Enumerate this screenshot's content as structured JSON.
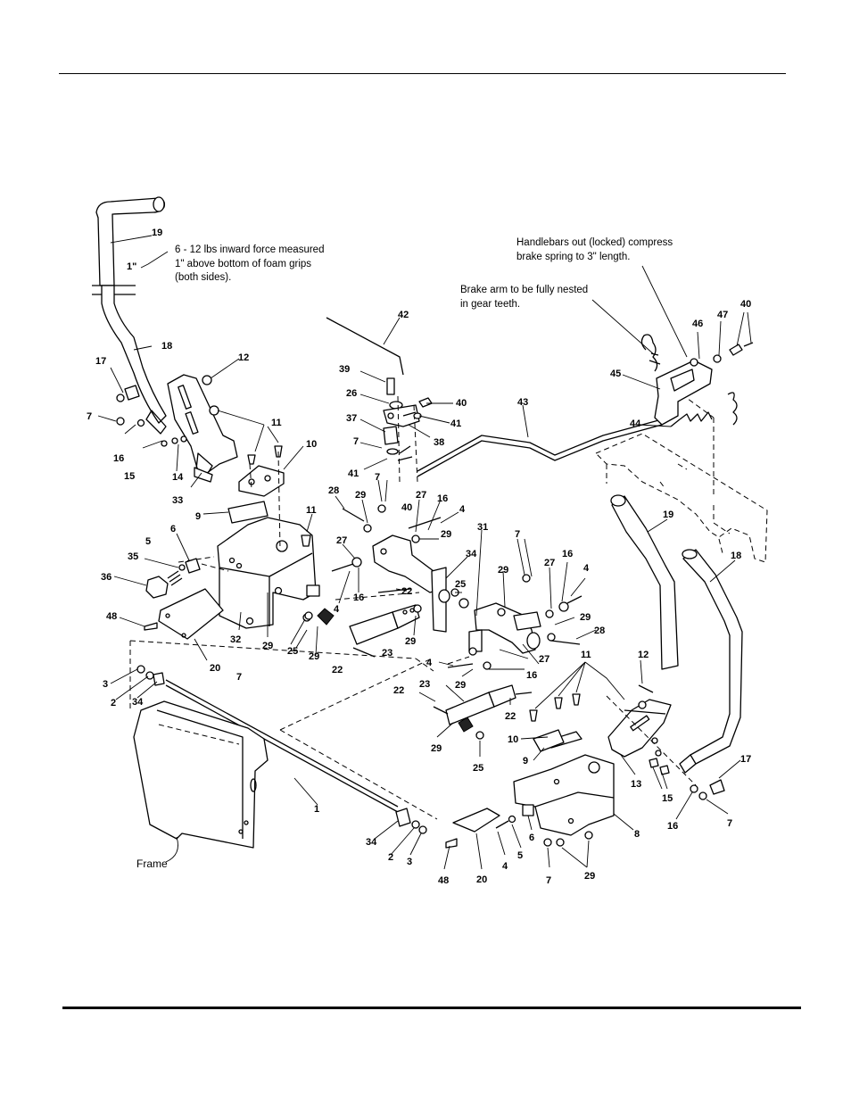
{
  "notes": {
    "force": [
      "6 - 12 lbs inward force measured",
      "1\" above bottom of foam grips",
      "(both sides)."
    ],
    "spring": [
      "Handlebars out (locked) compress",
      "brake spring to 3\" length."
    ],
    "brake_arm": [
      "Brake arm to be fully nested",
      "in gear teeth."
    ],
    "measure_mark": "1\"",
    "frame": "Frame"
  },
  "callouts": [
    "19",
    "18",
    "17",
    "7",
    "16",
    "15",
    "14",
    "33",
    "12",
    "11",
    "10",
    "9",
    "11",
    "5",
    "6",
    "35",
    "36",
    "48",
    "32",
    "29",
    "7",
    "25",
    "20",
    "3",
    "2",
    "34",
    "1",
    "34",
    "2",
    "3",
    "42",
    "39",
    "26",
    "37",
    "7",
    "41",
    "40",
    "41",
    "38",
    "43",
    "28",
    "29",
    "7",
    "40",
    "27",
    "16",
    "4",
    "29",
    "27",
    "16",
    "4",
    "22",
    "25",
    "23",
    "22",
    "29",
    "29",
    "31",
    "34",
    "7",
    "29",
    "27",
    "16",
    "4",
    "29",
    "28",
    "4",
    "29",
    "27",
    "16",
    "22",
    "23",
    "22",
    "29",
    "25",
    "11",
    "12",
    "10",
    "9",
    "13",
    "15",
    "8",
    "6",
    "5",
    "4",
    "20",
    "48",
    "7",
    "29",
    "17",
    "16",
    "7",
    "46",
    "47",
    "40",
    "45",
    "44",
    "19",
    "18"
  ]
}
